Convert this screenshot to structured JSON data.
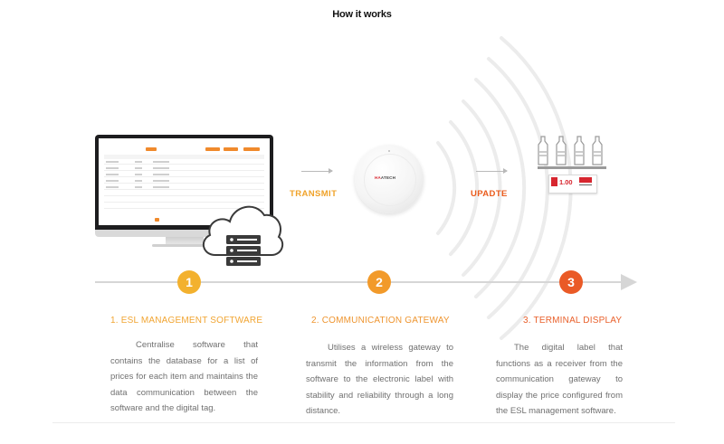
{
  "page": {
    "title": "How it works"
  },
  "flow": {
    "transmit_label": "TRANSMIT",
    "update_label": "UPADTE"
  },
  "gateway": {
    "brand_prefix": "HA",
    "brand_suffix": "ATECH"
  },
  "price_tag": {
    "price": "1.00"
  },
  "colors": {
    "step1": "#f3b12e",
    "step2": "#f29a2a",
    "step3": "#ea5a26",
    "timeline": "#d6d6d6",
    "body_text": "#707070"
  },
  "steps": [
    {
      "number": "1",
      "title": "1. ESL MANAGEMENT SOFTWARE",
      "description": "Centralise software that contains the database for a list of prices for each item and maintains the data communication between the software and the digital tag."
    },
    {
      "number": "2",
      "title": "2. COMMUNICATION GATEWAY",
      "description": "Utilises a wireless gateway to transmit the information from the software to the electronic label with stability and reliability through a long distance."
    },
    {
      "number": "3",
      "title": "3. TERMINAL DISPLAY",
      "description": "The digital label that functions as a receiver from the communication gateway to display the price configured from the ESL management software."
    }
  ],
  "icons": {
    "monitor": "monitor-icon",
    "cloud": "cloud-server-icon",
    "gateway": "wireless-gateway-icon",
    "signal": "wifi-signal-waves-icon",
    "bottles": "bottle-icon",
    "tag": "electronic-price-tag-icon",
    "arrow": "arrow-right-icon"
  }
}
